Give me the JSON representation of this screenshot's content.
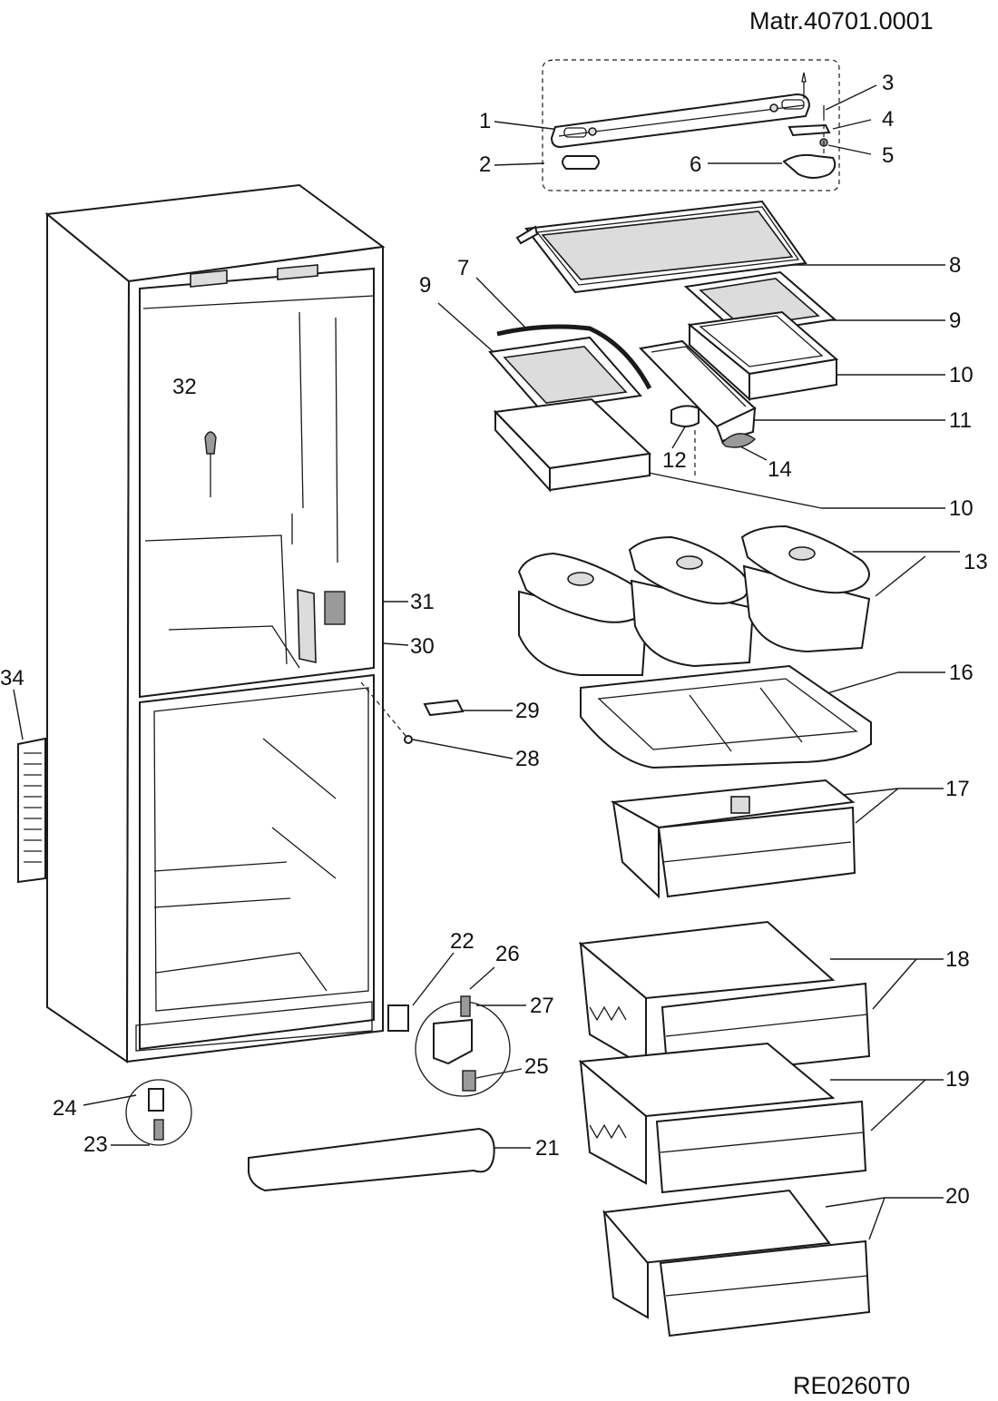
{
  "header": {
    "material_number": "Matr.40701.0001"
  },
  "footer": {
    "drawing_code": "RE0260T0"
  },
  "callouts": [
    "1",
    "2",
    "3",
    "4",
    "5",
    "6",
    "7",
    "8",
    "9",
    "9",
    "10",
    "10",
    "11",
    "12",
    "13",
    "14",
    "16",
    "17",
    "18",
    "19",
    "20",
    "21",
    "22",
    "23",
    "24",
    "25",
    "26",
    "27",
    "28",
    "29",
    "30",
    "31",
    "32",
    "34"
  ]
}
